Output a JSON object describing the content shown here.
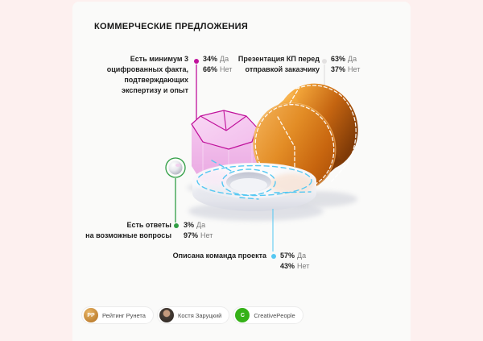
{
  "title": "КОММЕРЧЕСКИЕ ПРЕДЛОЖЕНИЯ",
  "colors": {
    "page_bg": "#fdf0ef",
    "card_bg": "#fafaf9",
    "magenta": "#c0119b",
    "gray_dot": "#e3e1e1",
    "green": "#2f9e44",
    "cyan": "#56c8f2",
    "copper": "#d97a1c",
    "pink_shape": "#f2bdea"
  },
  "callouts": [
    {
      "lines": [
        "Есть минимум 3",
        "оцифрованных факта,",
        "подтверждающих",
        "экспертизу и опыт"
      ],
      "yes_pct": "34%",
      "yes_label": "Да",
      "no_pct": "66%",
      "no_label": "Нет",
      "dot_color": "#c0119b"
    },
    {
      "lines": [
        "Презентация КП перед",
        "отправкой заказчику"
      ],
      "yes_pct": "63%",
      "yes_label": "Да",
      "no_pct": "37%",
      "no_label": "Нет",
      "dot_color": "#e3e1e1"
    },
    {
      "lines": [
        "Есть ответы",
        "на возможные вопросы"
      ],
      "yes_pct": "3%",
      "yes_label": "Да",
      "no_pct": "97%",
      "no_label": "Нет",
      "dot_color": "#2f9e44"
    },
    {
      "lines": [
        "Описана команда проекта"
      ],
      "yes_pct": "57%",
      "yes_label": "Да",
      "no_pct": "43%",
      "no_label": "Нет",
      "dot_color": "#56c8f2"
    }
  ],
  "badges": [
    {
      "label": "Рейтинг Рунета",
      "initials": "РР"
    },
    {
      "label": "Костя Заруцкий",
      "initials": ""
    },
    {
      "label": "CreativePeople",
      "initials": "C"
    }
  ],
  "chart_data": {
    "type": "pie",
    "title": "КОММЕРЧЕСКИЕ ПРЕДЛОЖЕНИЯ",
    "legend_labels": [
      "Да",
      "Нет"
    ],
    "series": [
      {
        "name": "Есть минимум 3 оцифрованных факта, подтверждающих экспертизу и опыт",
        "values": [
          34,
          66
        ],
        "accent": "#c0119b",
        "shape": "pink heptagonal prism"
      },
      {
        "name": "Презентация КП перед отправкой заказчику",
        "values": [
          63,
          37
        ],
        "accent": "#e3e1e1",
        "shape": "copper metallic cylinder"
      },
      {
        "name": "Есть ответы на возможные вопросы",
        "values": [
          3,
          97
        ],
        "accent": "#2f9e44",
        "shape": "pearl sphere"
      },
      {
        "name": "Описана команда проекта",
        "values": [
          57,
          43
        ],
        "accent": "#56c8f2",
        "shape": "white glossy torus"
      }
    ]
  }
}
